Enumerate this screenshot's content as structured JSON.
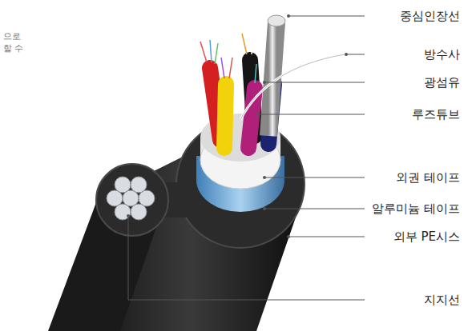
{
  "diagram": {
    "labels": [
      "으로",
      "할 수",
      "중심인장선",
      "방수사",
      "광섬유",
      "루즈튜브",
      "외권 테이프",
      "알루미늄 테이프",
      "외부 PE시스",
      "지지선"
    ]
  }
}
